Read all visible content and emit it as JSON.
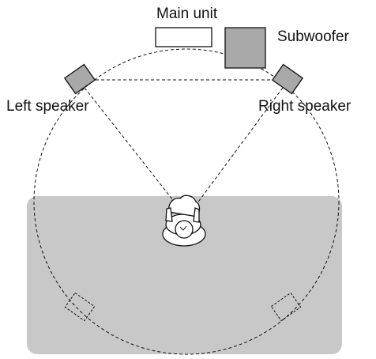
{
  "labels": {
    "main_unit": "Main unit",
    "subwoofer": "Subwoofer",
    "left_speaker": "Left speaker",
    "right_speaker": "Right speaker"
  },
  "colors": {
    "listening_area": "#c8c8c8",
    "speaker_fill": "#a9a9a9",
    "subwoofer_fill": "#a9a9a9",
    "main_unit_fill": "#ffffff",
    "line": "#111111"
  }
}
